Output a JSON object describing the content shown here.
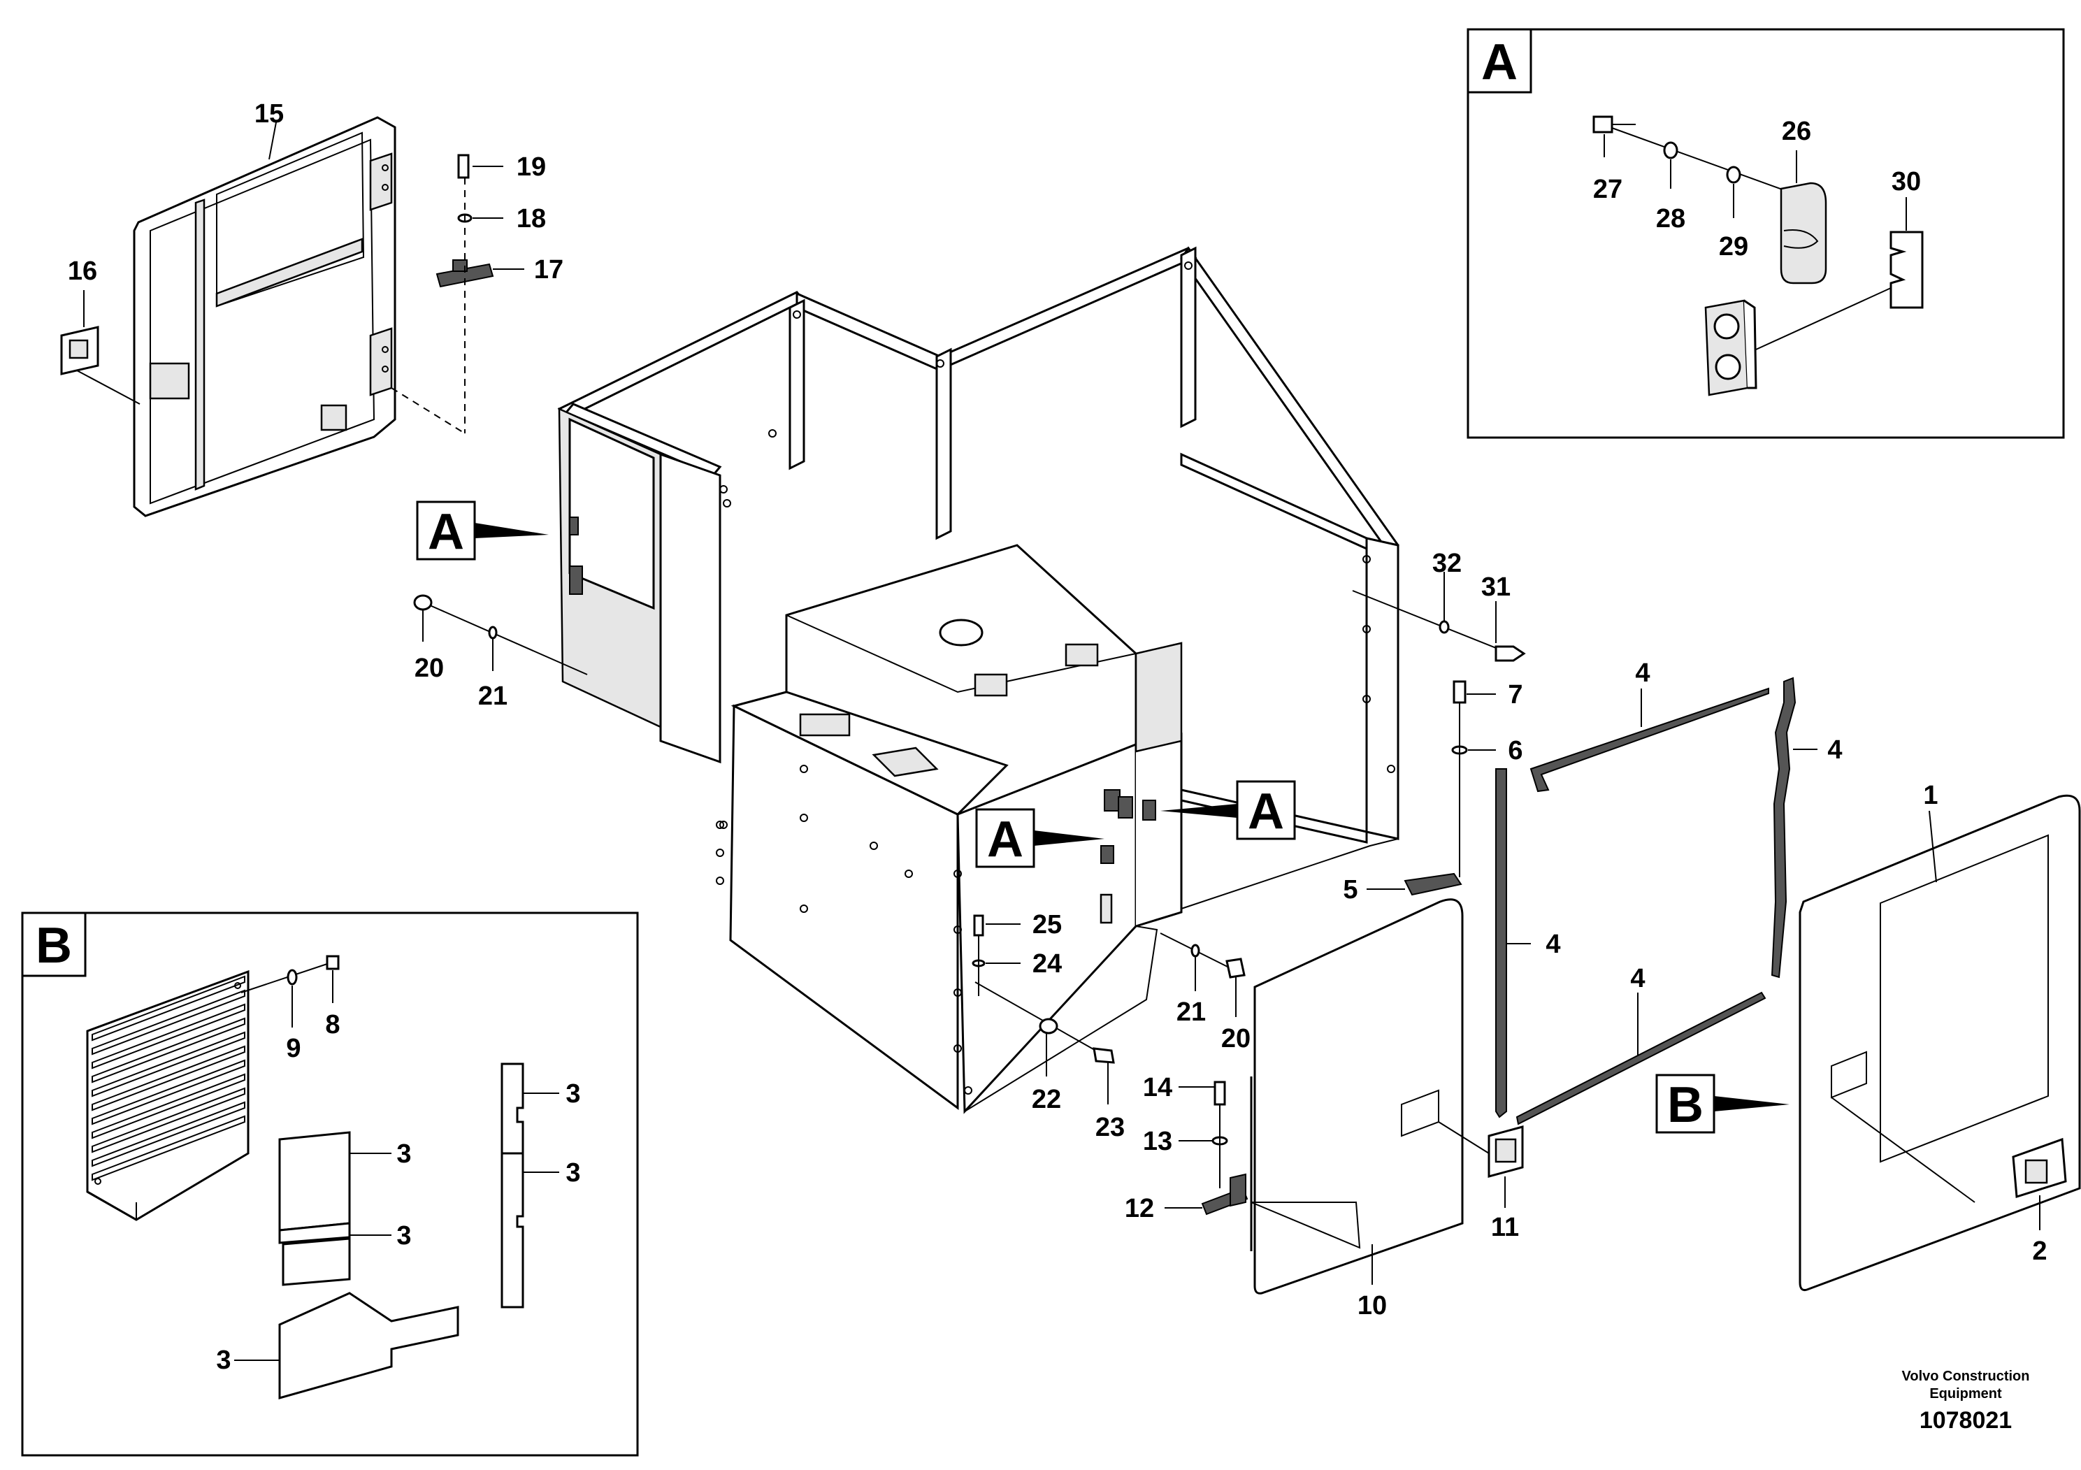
{
  "labels": {
    "p1": "1",
    "p2": "2",
    "p3a": "3",
    "p3b": "3",
    "p3c": "3",
    "p3d": "3",
    "p3e": "3",
    "p4a": "4",
    "p4b": "4",
    "p4c": "4",
    "p4d": "4",
    "p5": "5",
    "p6": "6",
    "p7": "7",
    "p8": "8",
    "p9": "9",
    "p10": "10",
    "p11": "11",
    "p12": "12",
    "p13": "13",
    "p14": "14",
    "p15": "15",
    "p16": "16",
    "p17": "17",
    "p18": "18",
    "p19": "19",
    "p20a": "20",
    "p20b": "20",
    "p21a": "21",
    "p21b": "21",
    "p22": "22",
    "p23": "23",
    "p24": "24",
    "p25": "25",
    "p26": "26",
    "p27": "27",
    "p28": "28",
    "p29": "29",
    "p30": "30",
    "p31": "31",
    "p32": "32"
  },
  "callouts": {
    "a": "A",
    "b": "B"
  },
  "detail_boxes": {
    "a_title": "A",
    "b_title": "B"
  },
  "footer": {
    "maker_line1": "Volvo Construction",
    "maker_line2": "Equipment",
    "doc_number": "1078021"
  }
}
